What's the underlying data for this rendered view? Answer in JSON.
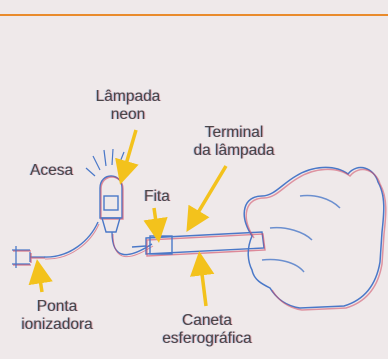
{
  "labels": {
    "lamp": [
      "Lâmpada",
      "neon"
    ],
    "lit": "Acesa",
    "lamp_terminal": [
      "Terminal",
      "da lâmpada"
    ],
    "tape": "Fita",
    "ionizing_tip": [
      "Ponta",
      "ionizadora"
    ],
    "pen": [
      "Caneta",
      "esferográfica"
    ]
  },
  "colors": {
    "accent_rule": "#e98b2c",
    "arrow": "#f3c21c",
    "line_blue": "#4a78c8",
    "line_red": "#d04a63",
    "background": "#efe9ea"
  }
}
